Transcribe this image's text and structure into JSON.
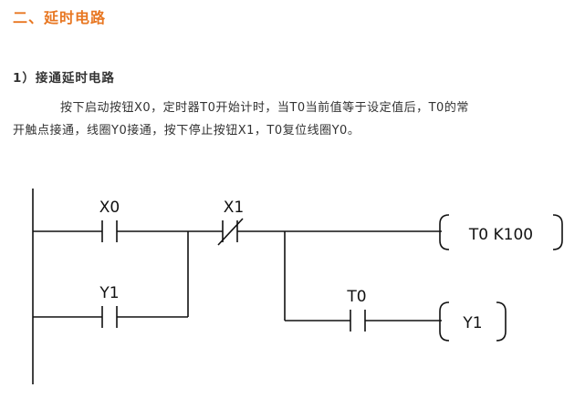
{
  "section": {
    "title": "二、延时电路",
    "title_color": "#e87722"
  },
  "subsection": {
    "title": "1）接通延时电路"
  },
  "paragraph": {
    "line1": "按下启动按钮X0，定时器T0开始计时，当T0当前值等于设定值后，T0的常",
    "line2": "开触点接通，线圈Y0接通，按下停止按钮X1，T0复位线圈Y0。"
  },
  "ladder": {
    "contact_x0": "X0",
    "contact_y1": "Y1",
    "contact_x1": "X1",
    "contact_t0": "T0",
    "coil_timer": "T0 K100",
    "coil_y1": "Y1",
    "line_color": "#111111"
  }
}
